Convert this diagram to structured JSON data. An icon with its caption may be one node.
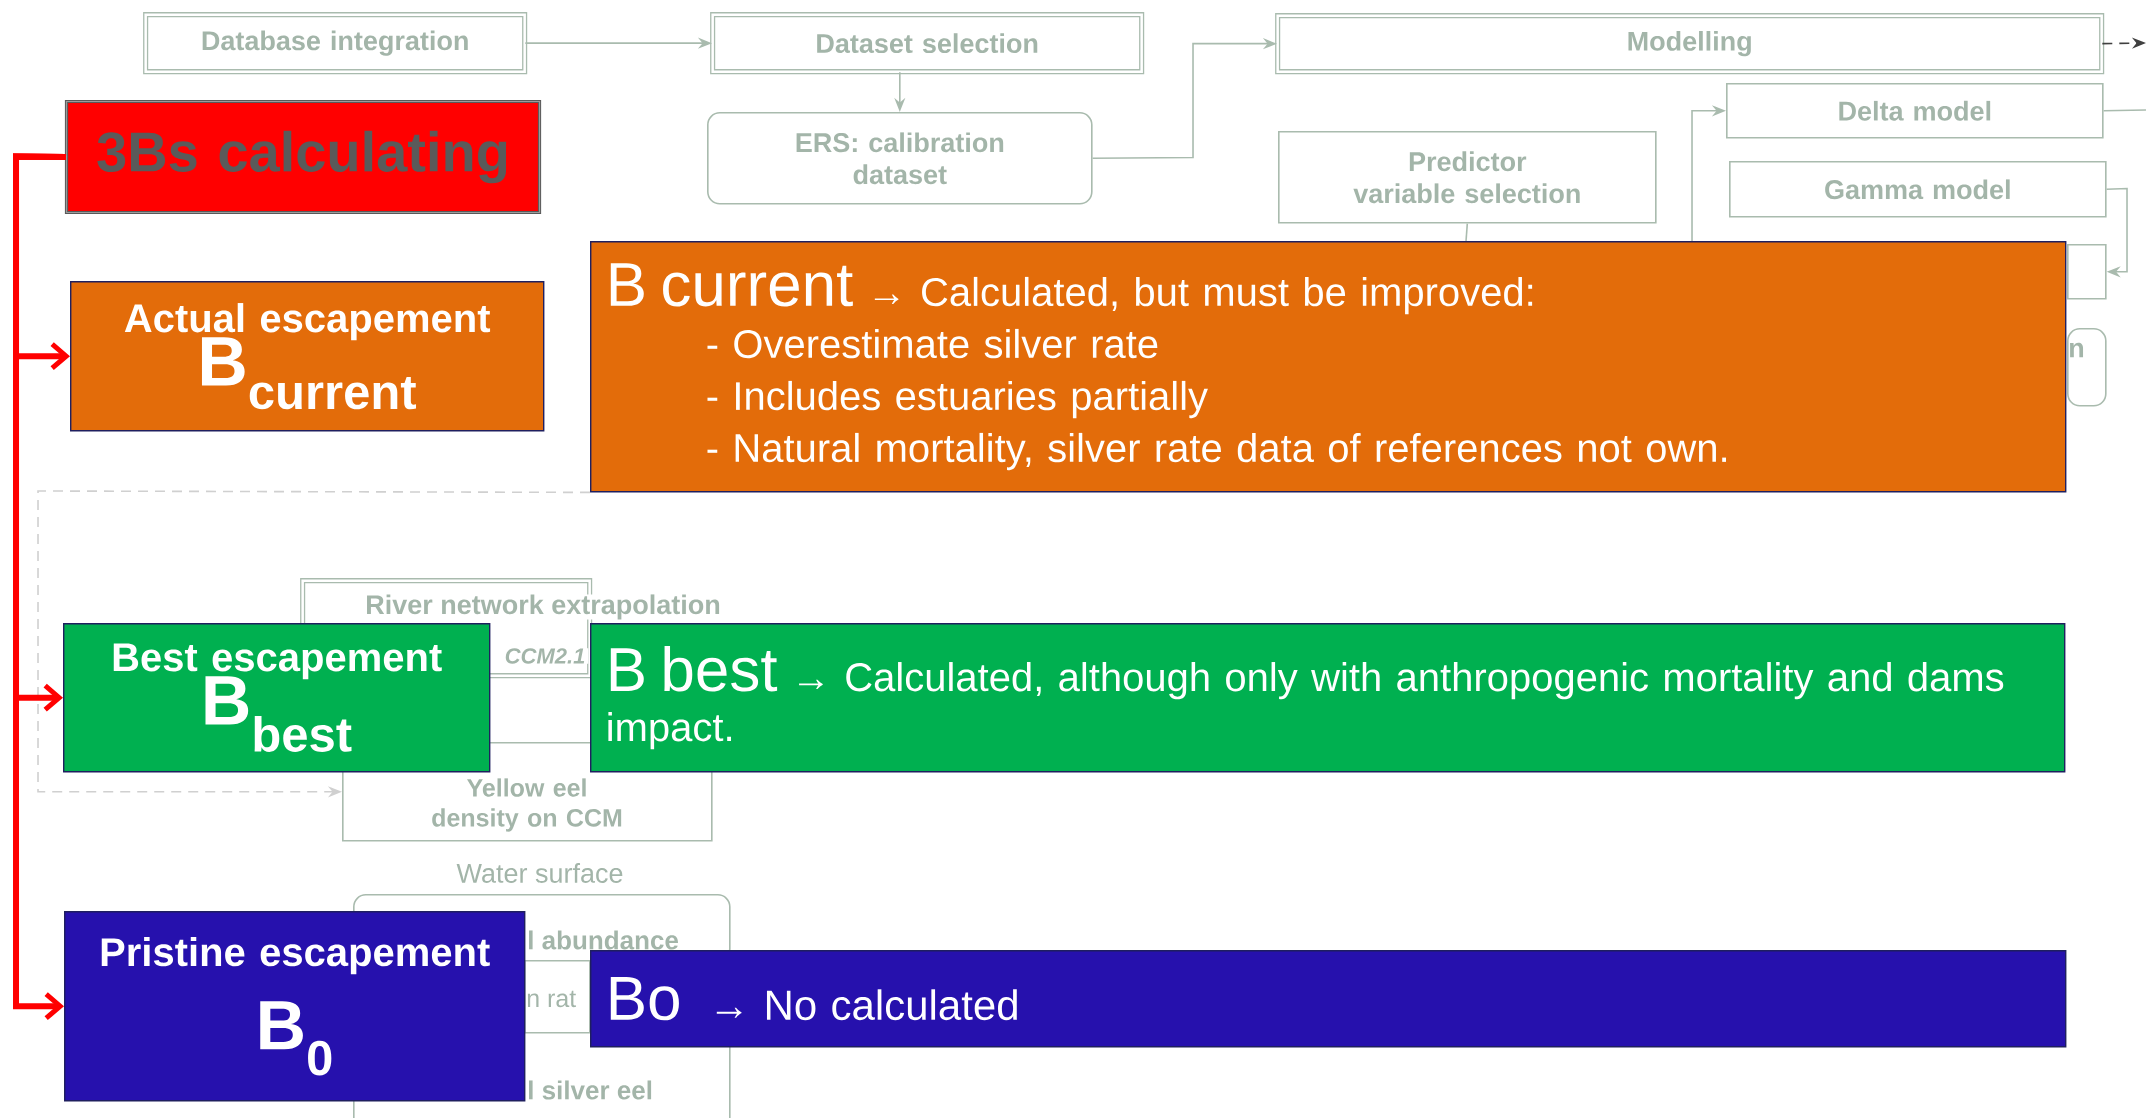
{
  "diagram": {
    "nodes": [
      {
        "text": [
          "Database integration"
        ]
      },
      {
        "text": [
          "Dataset selection"
        ]
      },
      {
        "text": [
          "Modelling"
        ]
      },
      {
        "text": [
          "3Bs calculating"
        ]
      },
      {
        "text": [
          "ERS: calibration dataset"
        ]
      },
      {
        "text": [
          "Delta model"
        ]
      },
      {
        "text": [
          "Predictor variable selection"
        ]
      },
      {
        "text": [
          "Gamma model"
        ]
      },
      {
        "text": [],
        "shape": "box"
      },
      {
        "text": [
          "n"
        ]
      },
      {
        "text": [
          "Actual escapement",
          "B$_{current}$"
        ]
      },
      {
        "text": [
          "B current",
          "→ Calculated, but must be improved:",
          "- Overestimate silver rate",
          "- Includes estuaries partially",
          "- Natural mortality, silver rate data of references not own."
        ]
      },
      {
        "text": [
          "River network extrapolation",
          "CCM2.1"
        ]
      },
      {
        "text": [
          "Best escapement",
          "B$_{best}$"
        ]
      },
      {
        "text": [
          "B best",
          "→ Calculated, although only with anthropogenic mortality and dams impact."
        ]
      },
      {
        "text": [
          "Yellow eel density on CCM"
        ]
      },
      {
        "text": [
          "l abundance"
        ]
      },
      {
        "text": [
          "n rat"
        ]
      },
      {
        "text": [
          "l silver eel"
        ]
      },
      {
        "text": [
          "Pristine escapement",
          "B$_{0}$"
        ]
      },
      {
        "text": [
          "Bo",
          "→ No calculated"
        ]
      }
    ],
    "edges": [
      {
        "from": 0,
        "to": 1,
        "arrow": "to"
      },
      {
        "from": 1,
        "to": 4,
        "arrow": "to"
      },
      {
        "from": 4,
        "to": 2,
        "arrow": "to"
      },
      {
        "from": 2,
        "to": null,
        "arrow": "to",
        "style": "dashed",
        "color": "#404040"
      },
      {
        "from": 11,
        "to": 5,
        "arrow": "to"
      },
      {
        "from": 7,
        "to": 8,
        "arrow": "to"
      },
      {
        "from": 11,
        "to": 15,
        "arrow": "to",
        "style": "dashed",
        "color": "#d0d0d0"
      },
      {
        "from": 3,
        "to": 10,
        "arrow": "to",
        "style": "thick",
        "color": "#ff0000"
      },
      {
        "from": 3,
        "to": 13,
        "arrow": "to",
        "style": "thick",
        "color": "#ff0000"
      },
      {
        "from": 3,
        "to": 19,
        "arrow": "to",
        "style": "thick",
        "color": "#ff0000"
      },
      {
        "from": 6,
        "to": 11,
        "arrow": "none"
      },
      {
        "from": 5,
        "to": null,
        "arrow": "none"
      }
    ],
    "labels": [
      "Water surface"
    ]
  }
}
